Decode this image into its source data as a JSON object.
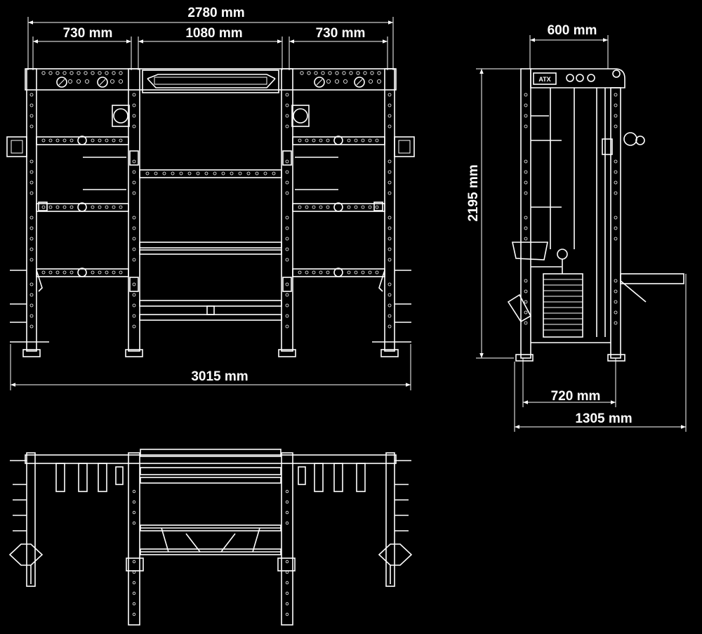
{
  "front_view": {
    "overall_width": "2780 mm",
    "left_bay": "730 mm",
    "center_bay": "1080 mm",
    "right_bay": "730 mm",
    "total_width": "3015 mm"
  },
  "side_view": {
    "top_depth": "600 mm",
    "height": "2195 mm",
    "base_depth": "720 mm",
    "total_depth": "1305 mm",
    "logo": "ATX"
  },
  "colors": {
    "background": "#000000",
    "line": "#ffffff"
  }
}
